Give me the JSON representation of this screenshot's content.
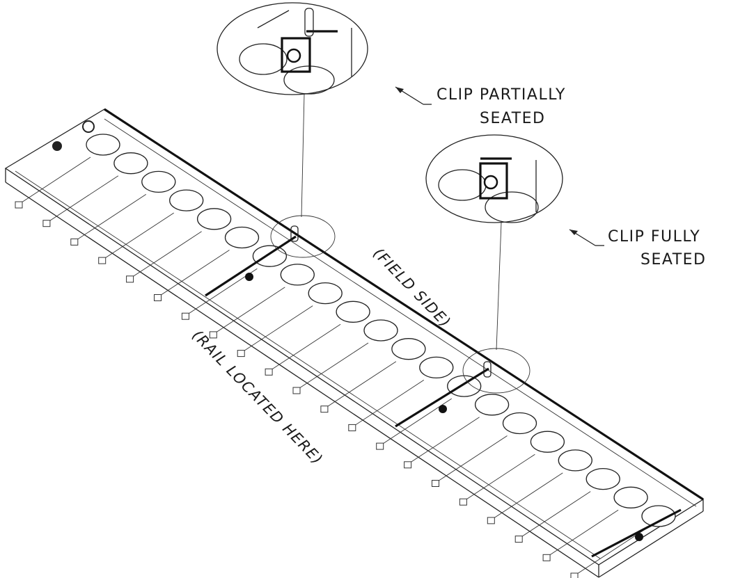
{
  "callouts": {
    "partial": {
      "line1": "CLIP PARTIALLY",
      "line2": "SEATED"
    },
    "full": {
      "line1": "CLIP FULLY",
      "line2": "SEATED"
    }
  },
  "annotations": {
    "field_side": "(FIELD SIDE)",
    "rail": "(RAIL LOCATED HERE)"
  },
  "drawing": {
    "cell_count": 21,
    "clip_count": 3,
    "detail_views": [
      "clip-partially-seated",
      "clip-fully-seated"
    ]
  }
}
